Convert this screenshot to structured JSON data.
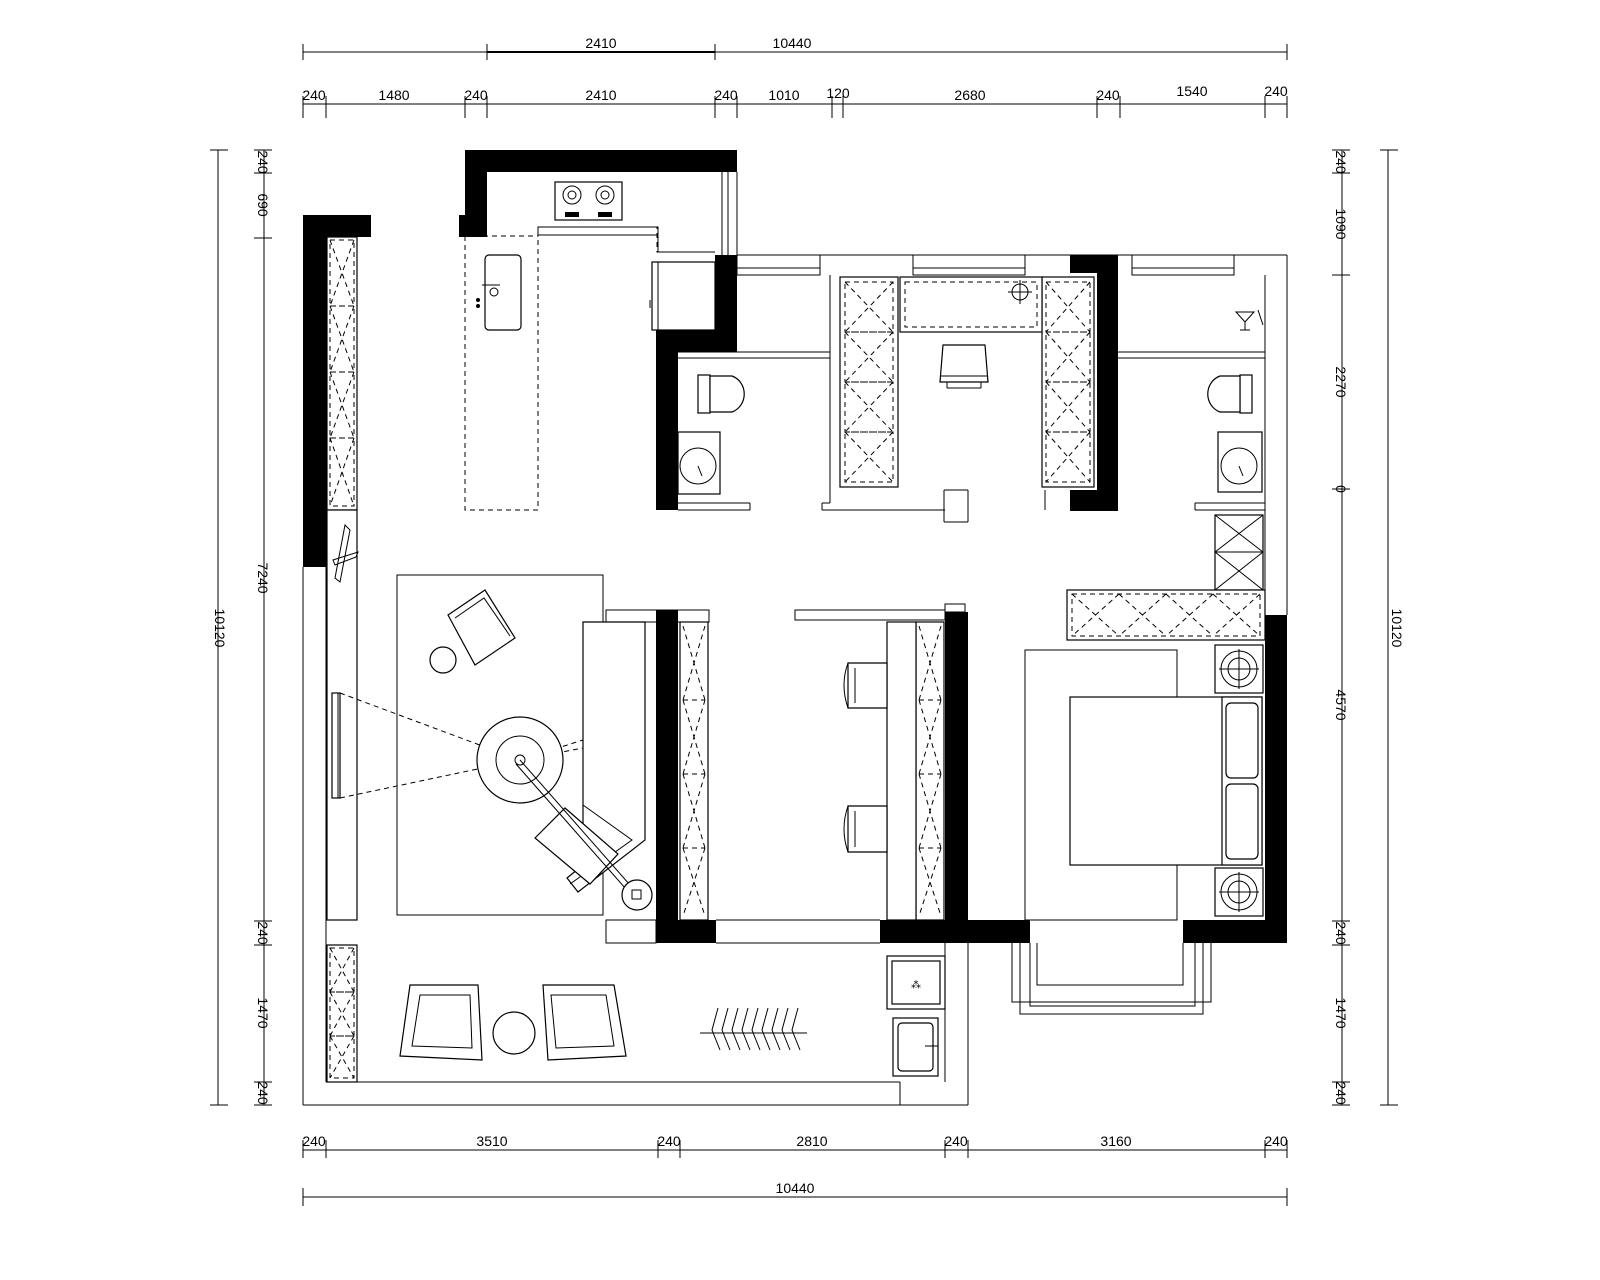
{
  "dimensions": {
    "top_overall": [
      "10440"
    ],
    "top_sub": [
      "2410"
    ],
    "top_segments": [
      "240",
      "1480",
      "240",
      "2410",
      "240",
      "1010",
      "120",
      "2680",
      "240",
      "1540",
      "240"
    ],
    "bottom_segments": [
      "240",
      "3510",
      "240",
      "2810",
      "240",
      "3160",
      "240"
    ],
    "bottom_overall": [
      "10440"
    ],
    "left_overall": [
      "10120"
    ],
    "left_segments": [
      "240",
      "690",
      "7240",
      "240",
      "1470",
      "240"
    ],
    "right_overall": [
      "10120"
    ],
    "right_segments": [
      "240",
      "1090",
      "2270",
      "0",
      "4570",
      "240",
      "1470",
      "240"
    ]
  },
  "colors": {
    "line": "#000000",
    "wall": "#000000",
    "background": "#ffffff"
  }
}
